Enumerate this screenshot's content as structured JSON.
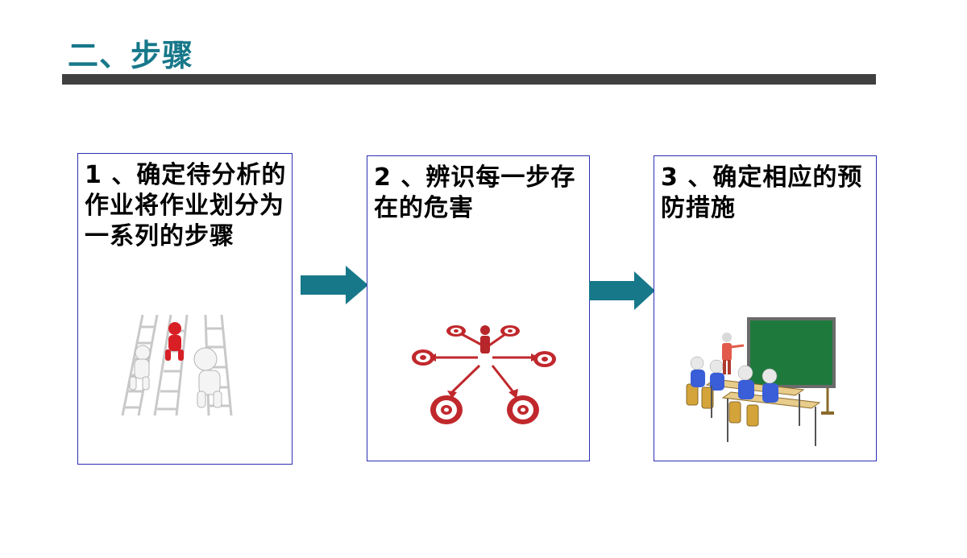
{
  "slide": {
    "title": "二、步骤"
  },
  "steps": [
    {
      "text": "1 、确定待分析的作业将作业划分为一系列的步骤",
      "illustration": "people-climbing-ladders"
    },
    {
      "text": "2 、辨识每一步存在的危害",
      "illustration": "person-with-target-arrows"
    },
    {
      "text": "3 、确定相应的预防措施",
      "illustration": "classroom-teacher-students"
    }
  ],
  "colors": {
    "title": "#17788a",
    "title_bar": "#404040",
    "box_border": "#2c2fb4",
    "arrow": "#17788a",
    "target_red": "#c0282c"
  }
}
